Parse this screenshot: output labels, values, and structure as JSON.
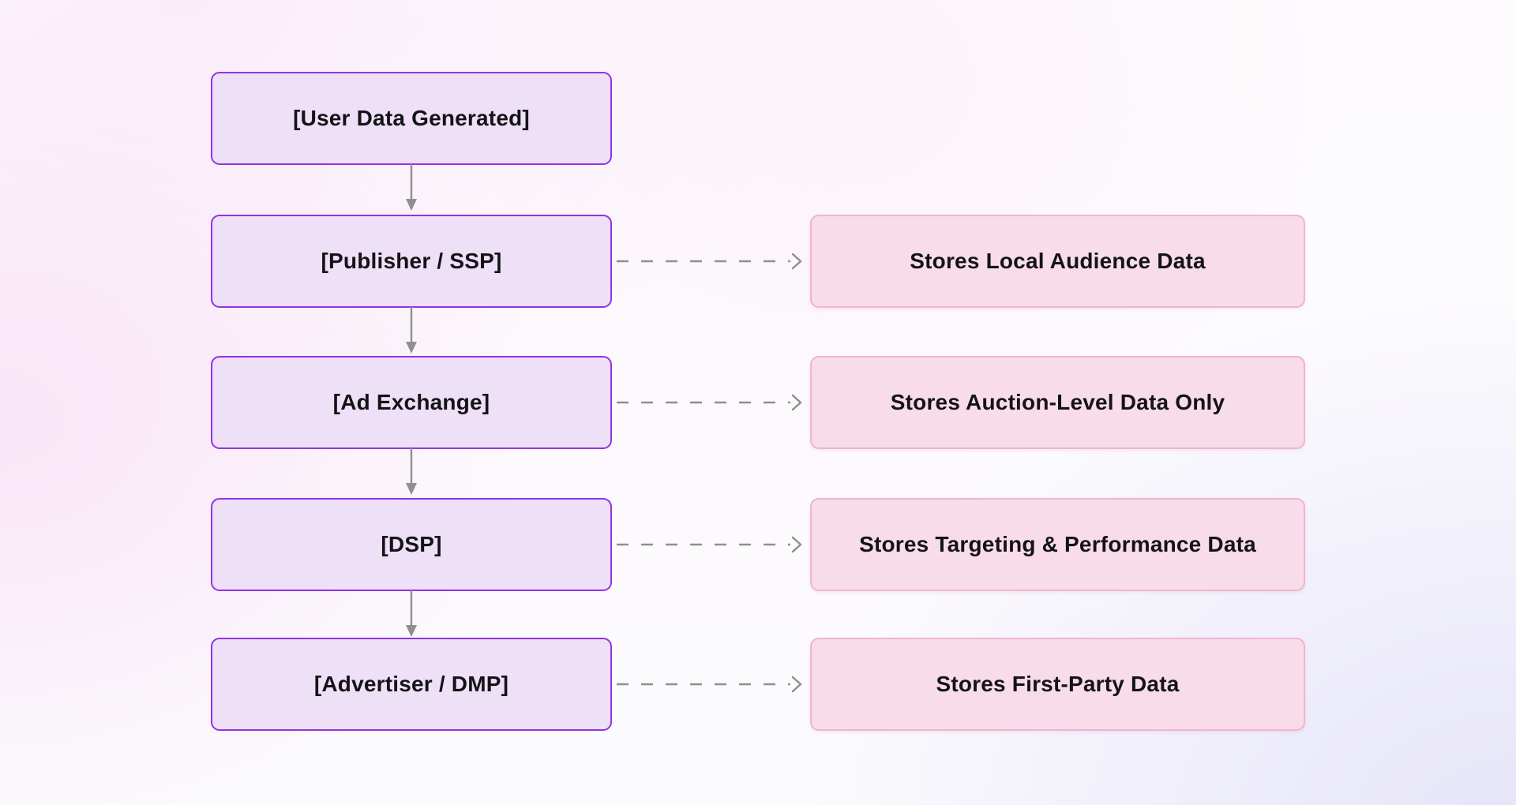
{
  "diagram": {
    "type": "flowchart",
    "description": "Ad-tech data flow chain with data-storage annotations",
    "left_nodes": [
      {
        "id": "user-data-generated",
        "label": "[User Data Generated]"
      },
      {
        "id": "publisher-ssp",
        "label": "[Publisher / SSP]"
      },
      {
        "id": "ad-exchange",
        "label": "[Ad Exchange]"
      },
      {
        "id": "dsp",
        "label": "[DSP]"
      },
      {
        "id": "advertiser-dmp",
        "label": "[Advertiser / DMP]"
      }
    ],
    "right_nodes": [
      {
        "id": "stores-local-audience-data",
        "label": "Stores Local Audience Data",
        "linked_to": "publisher-ssp"
      },
      {
        "id": "stores-auction-level-data-only",
        "label": "Stores Auction-Level Data Only",
        "linked_to": "ad-exchange"
      },
      {
        "id": "stores-targeting-performance-data",
        "label": "Stores Targeting & Performance Data",
        "linked_to": "dsp"
      },
      {
        "id": "stores-first-party-data",
        "label": "Stores First-Party Data",
        "linked_to": "advertiser-dmp"
      }
    ],
    "edges": {
      "vertical_chain": [
        "user-data-generated > publisher-ssp",
        "publisher-ssp > ad-exchange",
        "ad-exchange > dsp",
        "dsp > advertiser-dmp"
      ],
      "vertical_style": "solid gray arrow, filled triangle head",
      "horizontal_style": "dashed gray arrow, open chevron head"
    },
    "colors": {
      "left_node_fill": "#ede0f7",
      "left_node_border": "#9432e4",
      "right_node_fill": "#f8dcea",
      "right_node_border": "#f0b4d0",
      "arrow_gray": "#8f8f8f",
      "text": "#141316",
      "background_pink": "#f9e4f6",
      "background_periwinkle": "#e4e3f8"
    }
  }
}
